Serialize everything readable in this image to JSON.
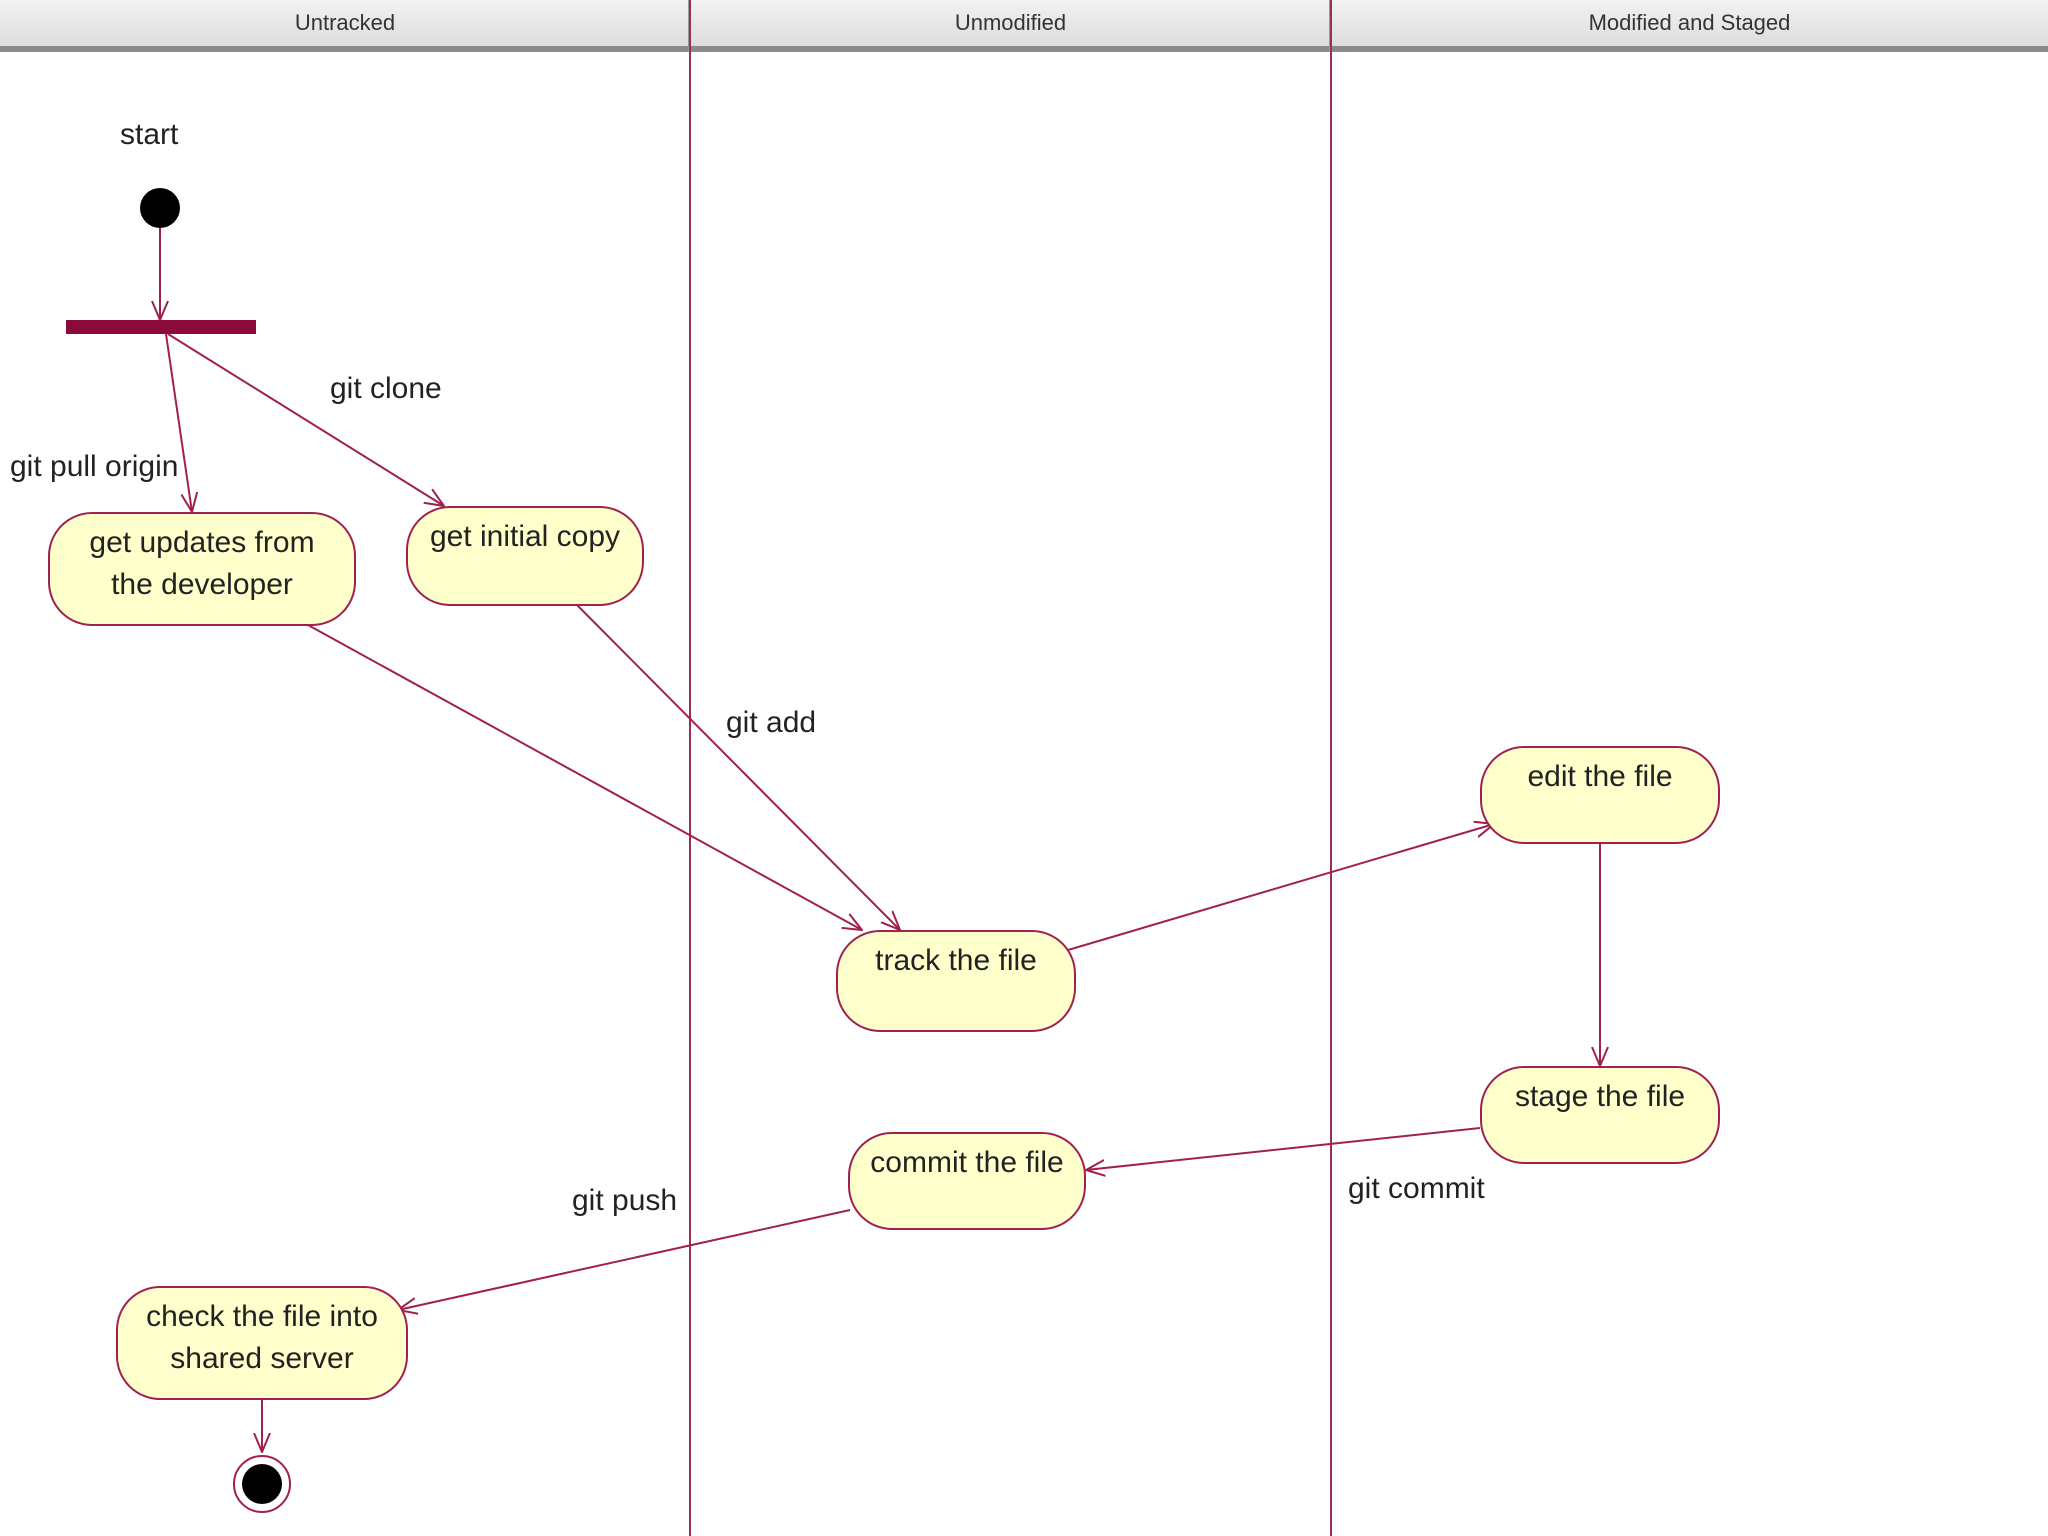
{
  "lanes": {
    "untracked": "Untracked",
    "unmodified": "Unmodified",
    "modified_staged": "Modified and Staged"
  },
  "start_label": "start",
  "activities": {
    "get_updates": "get updates from the developer",
    "get_initial_copy": "get initial copy",
    "track_file": "track the file",
    "edit_file": "edit the file",
    "stage_file": "stage the file",
    "commit_file": "commit the file",
    "check_into_server": "check the file into shared server"
  },
  "transitions": {
    "git_clone": "git clone",
    "git_pull_origin": "git pull origin",
    "git_add": "git add",
    "git_commit": "git commit",
    "git_push": "git push"
  },
  "colors": {
    "edge": "#a02050",
    "fork_bar": "#8b0a3a",
    "activity_fill": "#ffffcc",
    "node": "#000000"
  }
}
